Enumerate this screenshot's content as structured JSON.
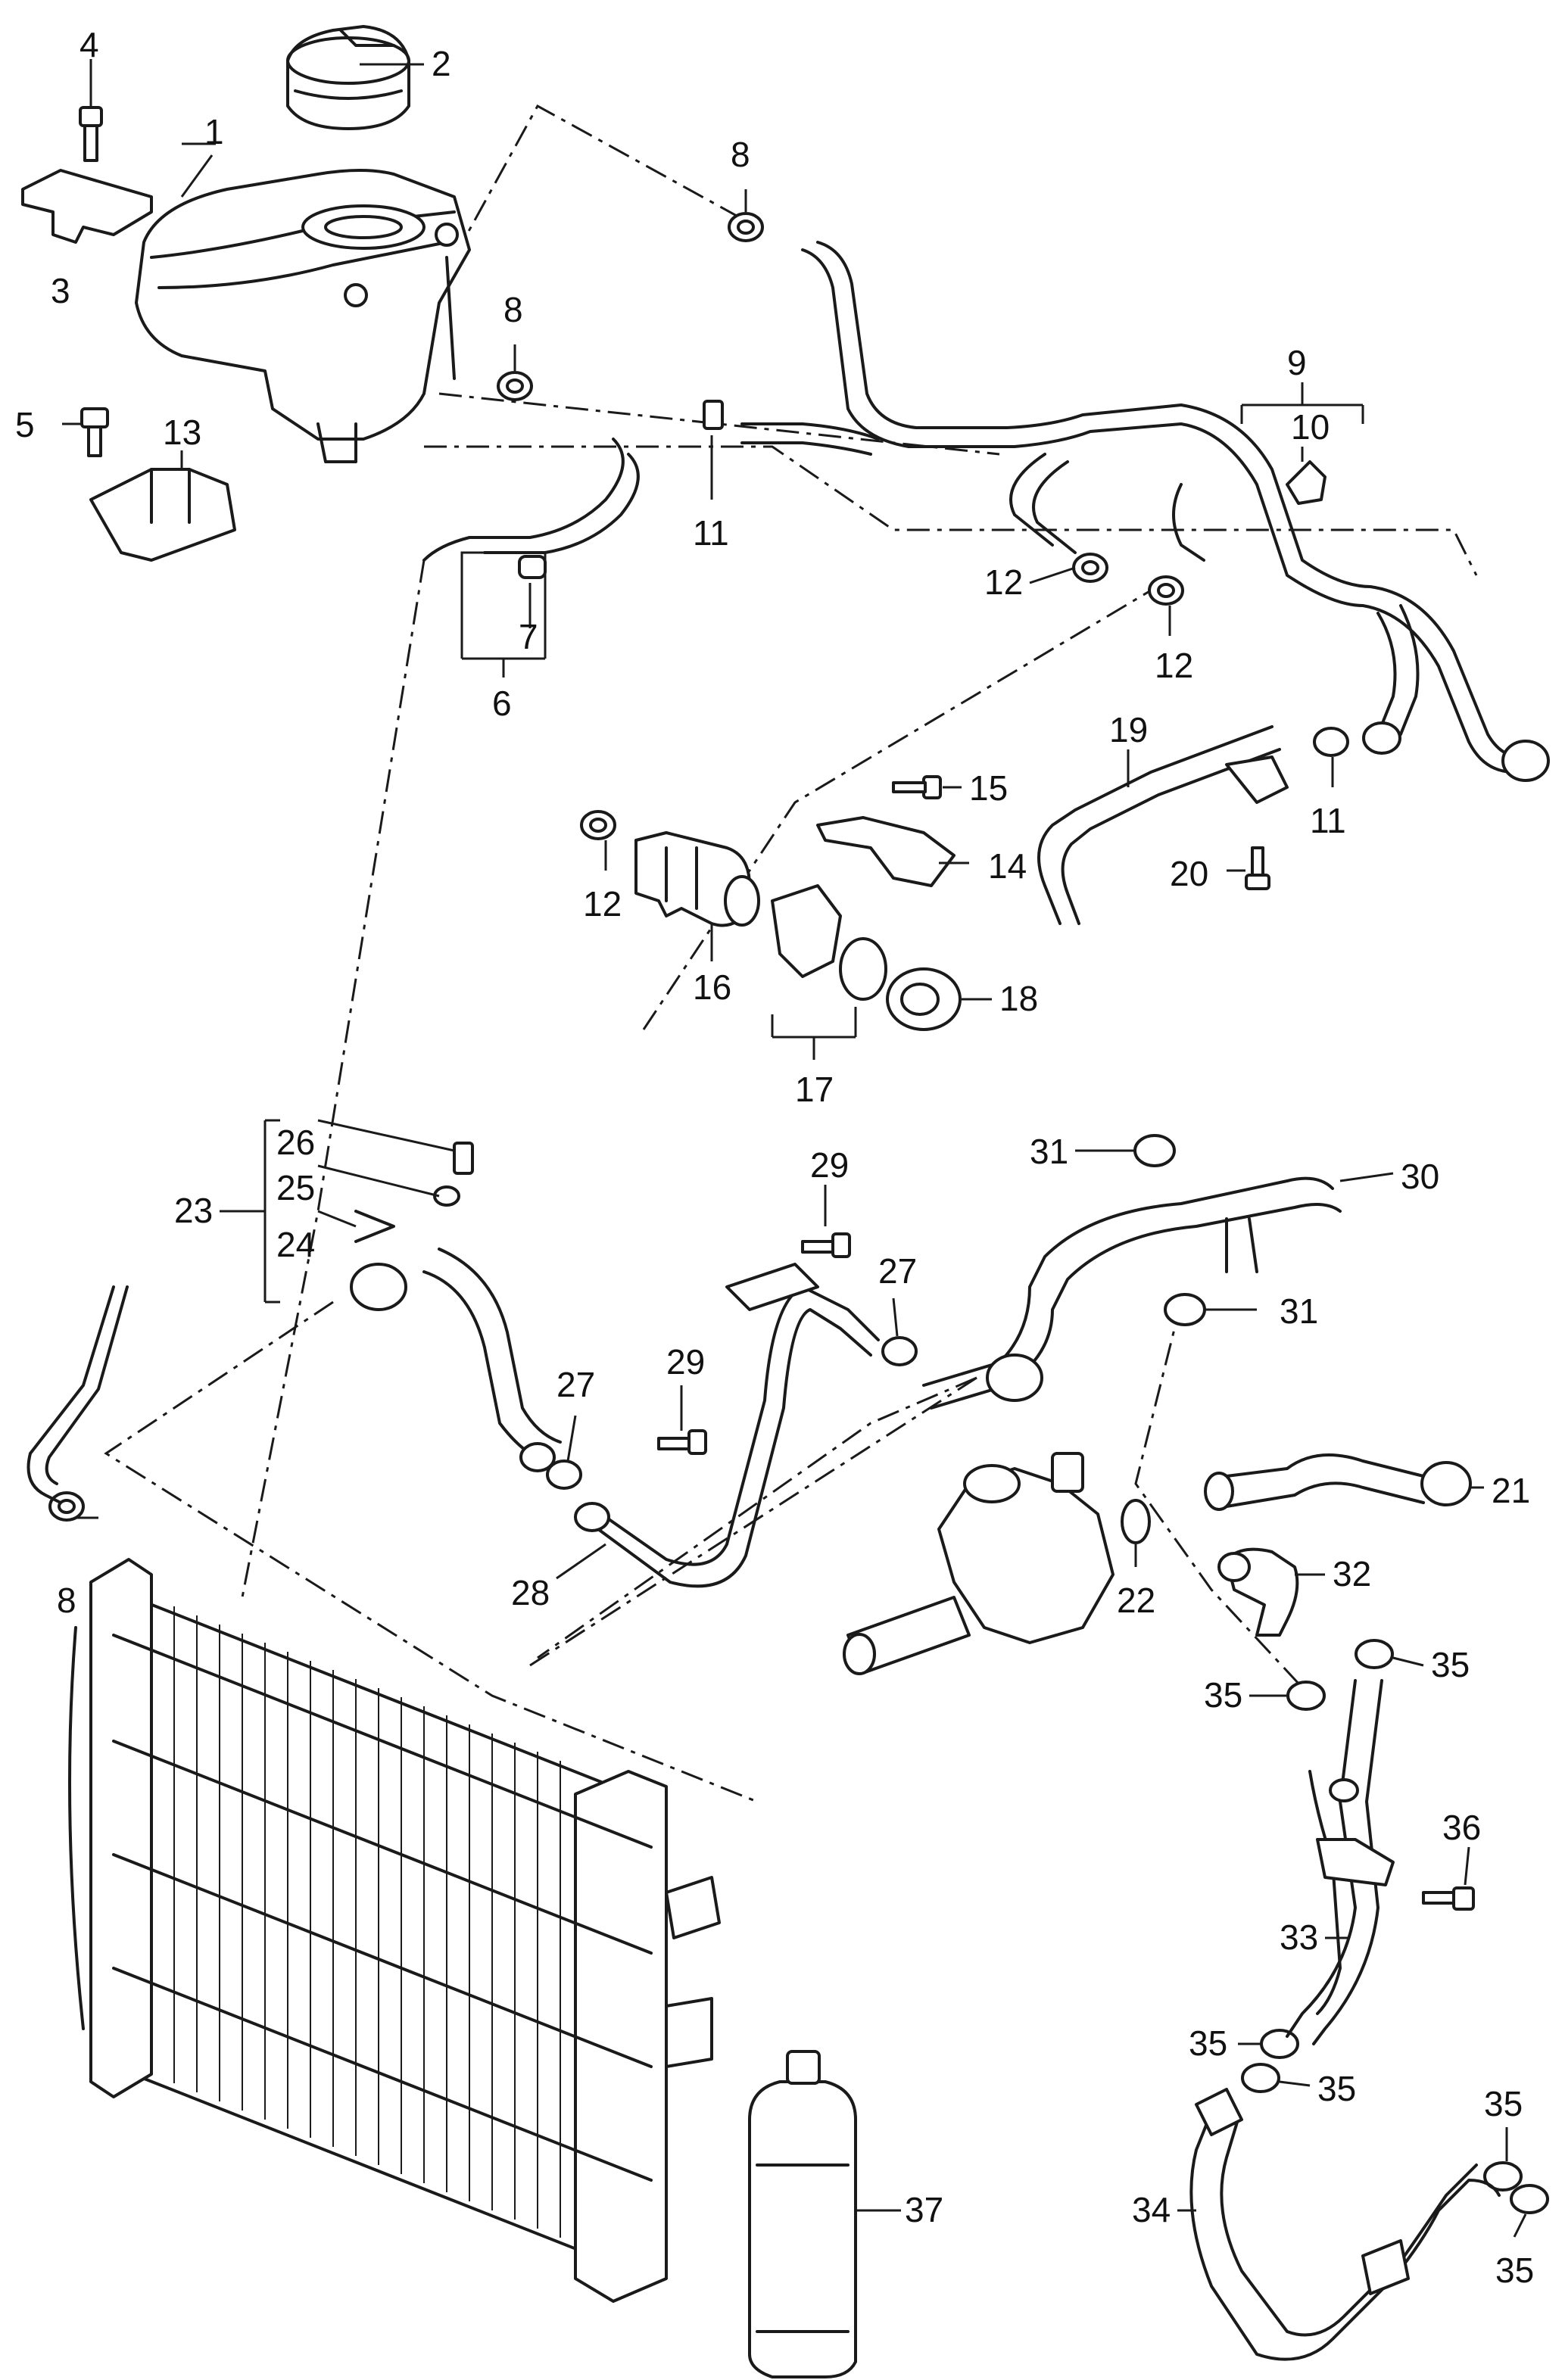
{
  "callouts": {
    "p1": "1",
    "p2": "2",
    "p3": "3",
    "p4": "4",
    "p5": "5",
    "p6": "6",
    "p7": "7",
    "p8a": "8",
    "p8b": "8",
    "p8c": "8",
    "p9": "9",
    "p10": "10",
    "p11a": "11",
    "p11b": "11",
    "p12a": "12",
    "p12b": "12",
    "p12c": "12",
    "p13": "13",
    "p14": "14",
    "p15": "15",
    "p16": "16",
    "p17": "17",
    "p18": "18",
    "p19": "19",
    "p20": "20",
    "p21": "21",
    "p22": "22",
    "p23": "23",
    "p24": "24",
    "p25": "25",
    "p26": "26",
    "p27a": "27",
    "p27b": "27",
    "p28": "28",
    "p29a": "29",
    "p29b": "29",
    "p30": "30",
    "p31a": "31",
    "p31b": "31",
    "p32": "32",
    "p33": "33",
    "p34": "34",
    "p35a": "35",
    "p35b": "35",
    "p35c": "35",
    "p35d": "35",
    "p35e": "35",
    "p35f": "35",
    "p36": "36",
    "p37": "37"
  }
}
